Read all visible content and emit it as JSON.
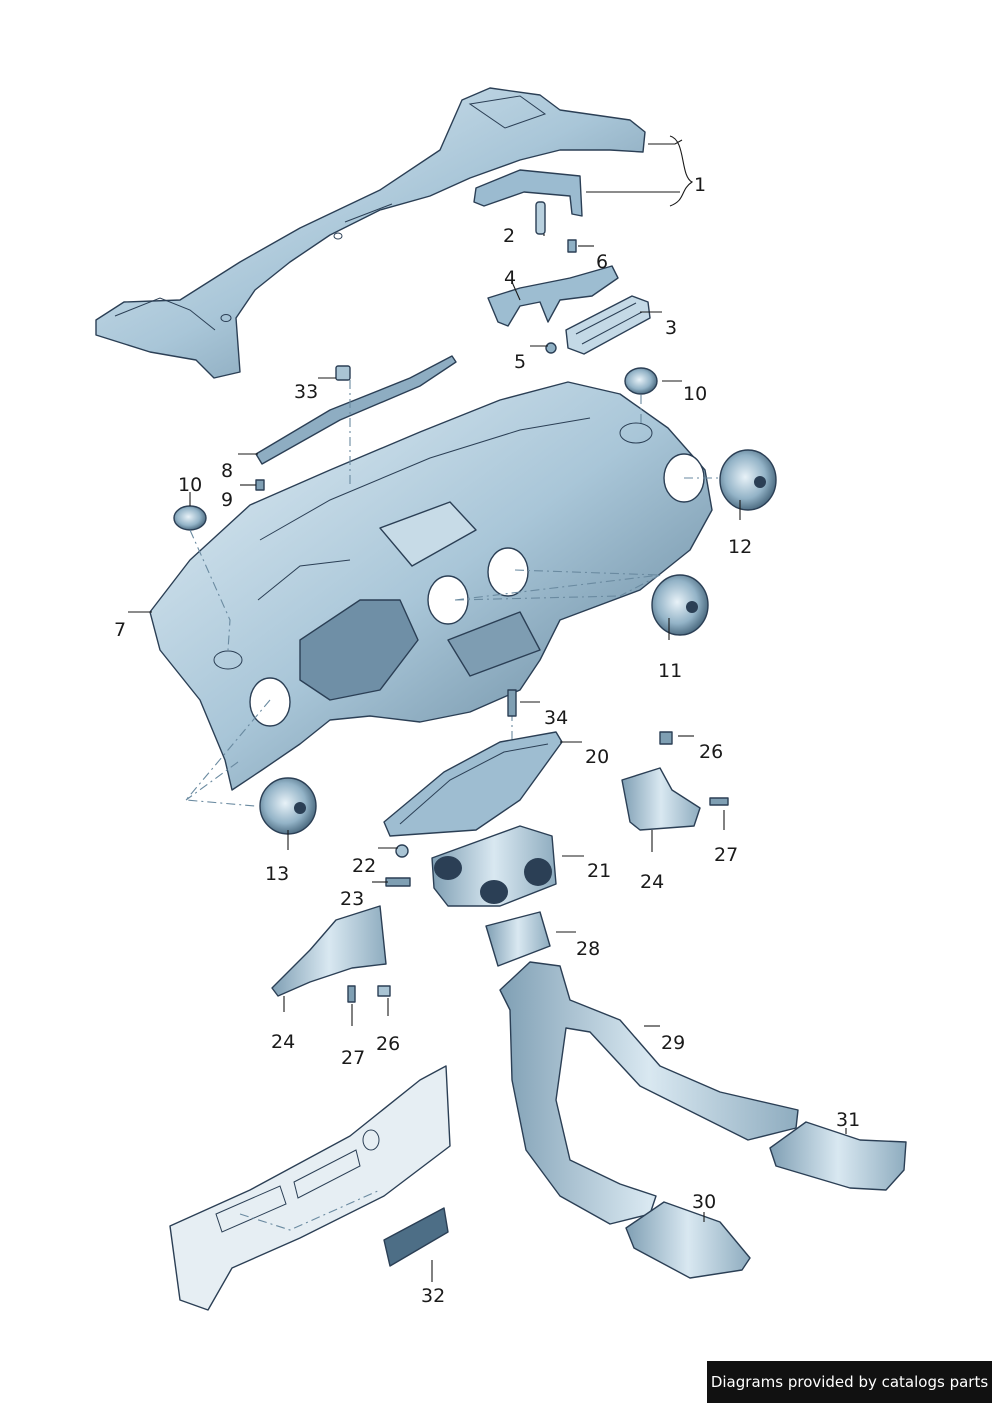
{
  "diagram": {
    "callouts": [
      "1",
      "2",
      "3",
      "4",
      "5",
      "6",
      "7",
      "8",
      "9",
      "10",
      "10",
      "11",
      "12",
      "13",
      "20",
      "21",
      "22",
      "23",
      "24",
      "24",
      "26",
      "26",
      "27",
      "27",
      "28",
      "29",
      "30",
      "31",
      "32",
      "33",
      "34"
    ],
    "colors": {
      "part_fill_light": "#d6e6f0",
      "part_fill_mid": "#a9c6d8",
      "part_fill_dark": "#5f8198",
      "outline": "#2b3f55",
      "callout_text": "#1a1a1a"
    }
  },
  "footer": {
    "credit": "Diagrams provided by catalogs parts"
  }
}
